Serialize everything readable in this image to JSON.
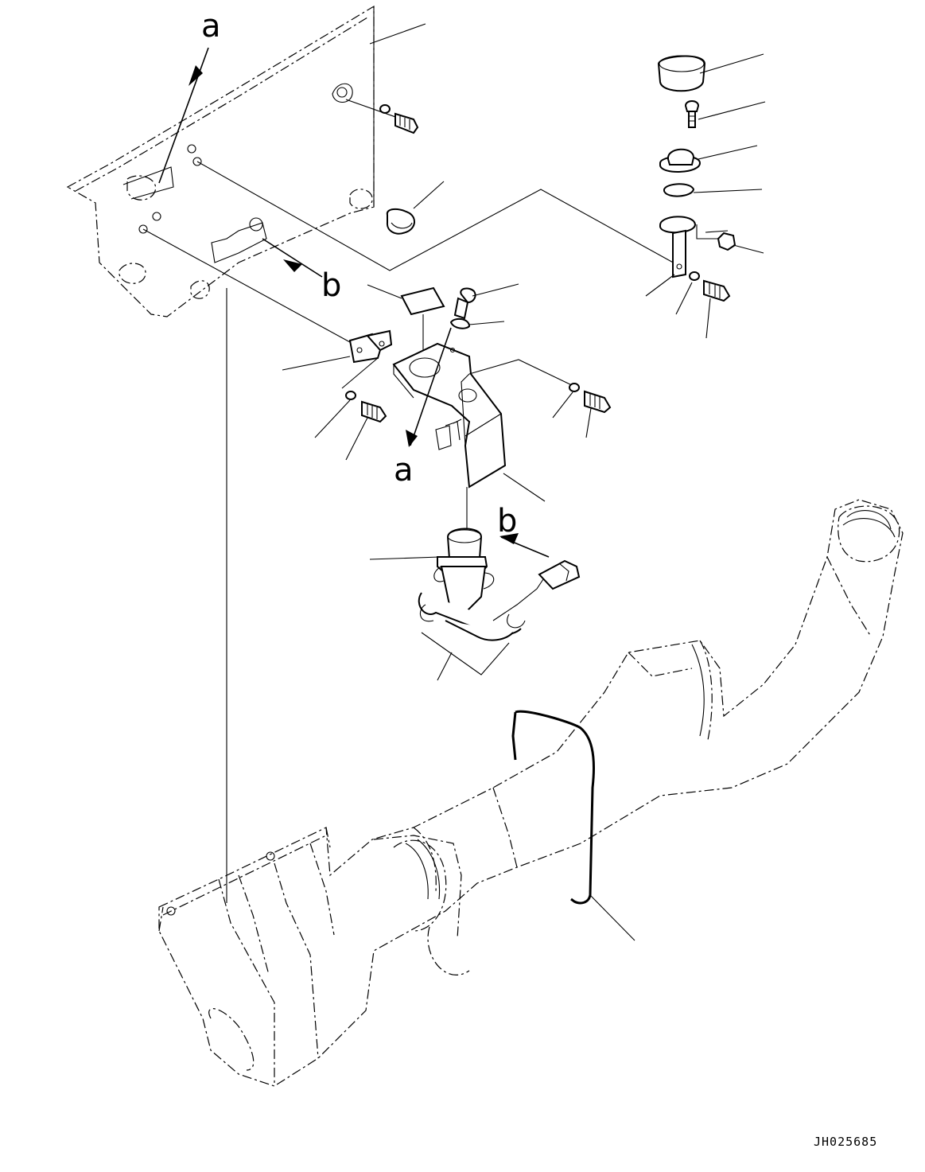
{
  "diagram": {
    "ref_labels": {
      "a_top": "a",
      "b_top": "b",
      "a_mid": "a",
      "b_mid": "b"
    },
    "drawing_code": "JH025685"
  }
}
